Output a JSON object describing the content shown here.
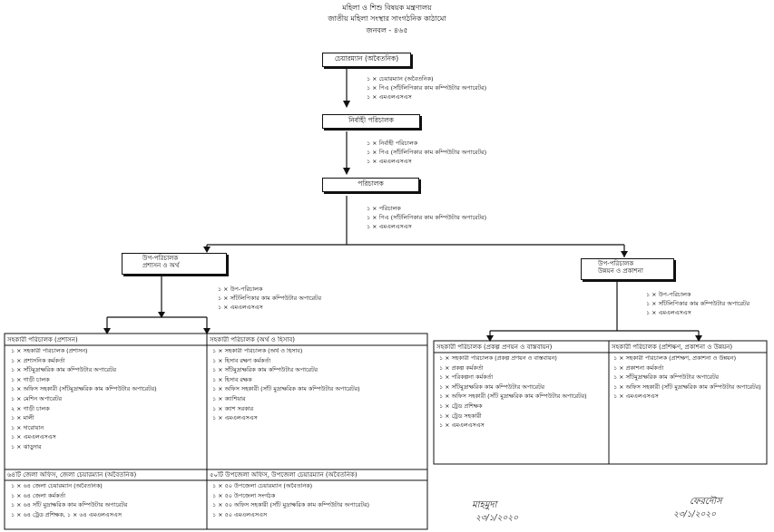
{
  "header": {
    "ministry": "মহিলা ও শিশু বিষয়ক মন্ত্রণালয়",
    "org": "জাতীয় মহিলা সংস্থার সাংগঠনিক কাঠামো",
    "manpower": "জনবল - ৪৬৫"
  },
  "chairman": {
    "title": "চেয়ারম্যান (অবৈতনিক)",
    "staff": [
      "১ × চেয়ারম্যান (অবৈতনিক)",
      "১ × পিএ (সাঁটলিপিকার কাম কম্পিউটার অপারেটর)",
      "১ × এমএলএসএস"
    ]
  },
  "executive_director": {
    "title": "নির্বাহী পরিচালক",
    "staff": [
      "১ × নির্বাহী পরিচালক",
      "১ × পিএ (সাঁটলিপিকার কাম কম্পিউটার অপারেটর)",
      "১ × এমএলএসএস"
    ]
  },
  "director": {
    "title": "পরিচালক",
    "staff": [
      "১ × পরিচালক",
      "১ × পিএ (সাঁটলিপিকার কাম কম্পিউটার অপারেটর)",
      "১ × এমএলএসএস"
    ]
  },
  "deputy_admin": {
    "title1": "উপ-পরিচালক",
    "title2": "প্রশাসন ও অর্থ",
    "staff": [
      "১ × উপ-পরিচালক",
      "১ × সাঁটলিপিকার কাম কম্পিউটার অপারেটর",
      "১ × এমএলএসএস"
    ]
  },
  "deputy_dev": {
    "title1": "উপ-পরিচালক",
    "title2": "উন্নয়ন ও প্রকাশনা",
    "staff": [
      "১ × উপ-পরিচালক",
      "১ × সাঁটলিপিকার কাম কম্পিউটার অপারেটর",
      "১ × এমএলএসএস"
    ]
  },
  "columns": [
    {
      "header": "সহকারী পরিচালক (প্রশাসন)",
      "items": [
        "১ × সহকারী পরিচালক (প্রশাসন)",
        "১ × প্রশাসনিক কর্মকর্তা",
        "১ × সাঁটমুদ্রাক্ষরিক কাম কম্পিউটার অপারেটর",
        "১ × গাড়ী চালক",
        "১ × অফিস সহকারী (সাঁটমুদ্রাক্ষরিক কাম কম্পিউটার অপারেটর)",
        "১ × মেশিন অপারেটর",
        "২ × গাড়ী চালক",
        "১ × মালী",
        "১ × দারোয়ান",
        "১ × এমএলএসএস",
        "১ × ঝাড়ুদার"
      ]
    },
    {
      "header": "সহকারী পরিচালক (অর্থ ও হিসাব)",
      "items": [
        "১ × সহকারী পরিচালক (অর্থ ও হিসাব)",
        "১ × হিসাব রক্ষণ কর্মকর্তা",
        "১ × সাঁটমুদ্রাক্ষরিক কাম কম্পিউটার অপারেটর",
        "১ × হিসাব রক্ষক",
        "১ × অফিস সহকারী (সাঁট মুদ্রাক্ষরিক কাম কম্পিউটার অপারেটর)",
        "১ × ক্যাশিয়ার",
        "১ × ক্যাশ সরকার",
        "১ × এমএলএসএস"
      ]
    },
    {
      "header": "সহকারী পরিচালক (প্রকল্প প্রণয়ন ও বাস্তবায়ন)",
      "items": [
        "১ × সহকারী পরিচালক (প্রকল্প প্রণয়ন ও বাস্তবায়ন)",
        "১ × প্রকল্প কর্মকর্তা",
        "১ × পরিকল্পনা কর্মকর্তা",
        "১ × সাঁটমুদ্রাক্ষরিক কাম কম্পিউটার অপারেটর",
        "১ × অফিস সহকারী (সাঁট মুদ্রাক্ষরিক কাম কম্পিউটার অপারেটর)",
        "১ × ট্রেড প্রশিক্ষক",
        "১ × ট্রেড সহকারী",
        "১ × এমএলএসএস"
      ]
    },
    {
      "header": "সহকারী পরিচালক (প্রশিক্ষণ, প্রকাশনা ও উন্নয়ন)",
      "items": [
        "১ × সহকারী পরিচালক (প্রশিক্ষণ, প্রকাশনা ও উন্নয়ন)",
        "১ × প্রকাশনা কর্মকর্তা",
        "১ × সাঁটমুদ্রাক্ষরিক কাম কম্পিউটার অপারেটর",
        "১ × অফিস সহকারী (সাঁট মুদ্রাক্ষরিক কাম কম্পিউটার অপারেটর)",
        "১ × এমএলএসএস"
      ]
    }
  ],
  "district": {
    "header": "৬৪টি জেলা অফিস, জেলা চেয়ারম্যান (অবৈতনিক)",
    "items": [
      "১ × ৬৪ জেলা চেয়ারম্যান (অবৈতনিক)",
      "১ × ৬৪ জেলা কর্মকর্তা",
      "১ × ৬৪ সাঁট মুদ্রাক্ষরিক কাম কম্পিউটার অপারেটর",
      "১ × ৬৪ ট্রেড প্রশিক্ষক, ১ × ৬৪ এমএলএসএস"
    ]
  },
  "upazila": {
    "header": "৫০টি উপজেলা অফিস, উপজেলা চেয়ারম্যান (অবৈতনিক)",
    "items": [
      "১ × ৫০ উপজেলা চেয়ারম্যান (অবৈতনিক)",
      "১ × ৫০ উপজেলা সংগঠক",
      "১ × ৫০ অফিস সহকারী (সাঁট মুদ্রাক্ষরিক কাম কম্পিউটার অপারেটর)",
      "১ × ৫০ এমএলএসএস"
    ]
  },
  "signatures": {
    "left_name": "মাহমুদা",
    "left_date": "২৩/১/২০২০",
    "right_name": "ফেরদৌস",
    "right_date": "২৩/১/২০২০"
  }
}
